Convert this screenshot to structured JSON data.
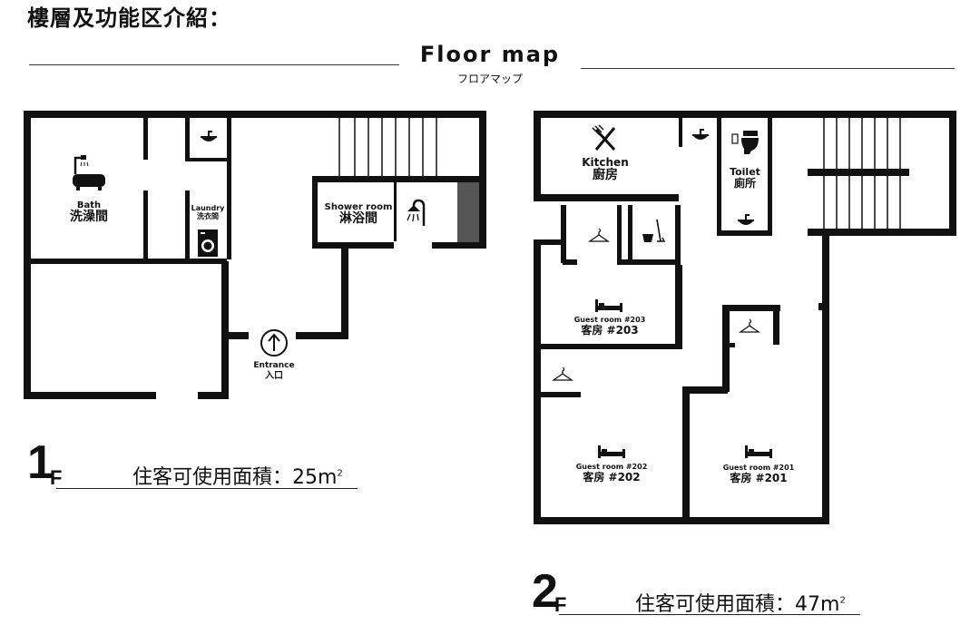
{
  "header": {
    "page_title": "樓層及功能区介紹：",
    "map_title": "Floor map",
    "map_subtitle": "フロアマップ"
  },
  "floor1": {
    "number": "1",
    "suffix": "F",
    "area_label": "住客可使用面積：",
    "area_value": "25",
    "area_unit": "m",
    "area_unit_sup": "2",
    "rooms": {
      "bath": {
        "en": "Bath",
        "zh": "洗澡間"
      },
      "laundry": {
        "en": "Laundry",
        "zh": "洗衣間"
      },
      "shower": {
        "en": "Shower room",
        "zh": "淋浴間"
      },
      "entrance": {
        "en": "Entrance",
        "zh": "入口"
      }
    }
  },
  "floor2": {
    "number": "2",
    "suffix": "F",
    "area_label": "住客可使用面積：",
    "area_value": "47",
    "area_unit": "m",
    "area_unit_sup": "2",
    "rooms": {
      "kitchen": {
        "en": "Kitchen",
        "zh": "廚房"
      },
      "toilet": {
        "en": "Toilet",
        "zh": "廁所"
      },
      "room203": {
        "en": "Guest room #203",
        "zh": "客房 #203"
      },
      "room202": {
        "en": "Guest room #202",
        "zh": "客房 #202"
      },
      "room201": {
        "en": "Guest room #201",
        "zh": "客房 #201"
      }
    }
  },
  "colors": {
    "wall": "#111111",
    "background": "#ffffff",
    "shadow": "#555555"
  },
  "icons": [
    "bathtub-icon",
    "sink-icon",
    "washing-machine-icon",
    "shower-icon",
    "entrance-arrow-icon",
    "kitchen-utensils-icon",
    "toilet-icon",
    "hanger-icon",
    "mop-bucket-icon",
    "bed-icon"
  ]
}
